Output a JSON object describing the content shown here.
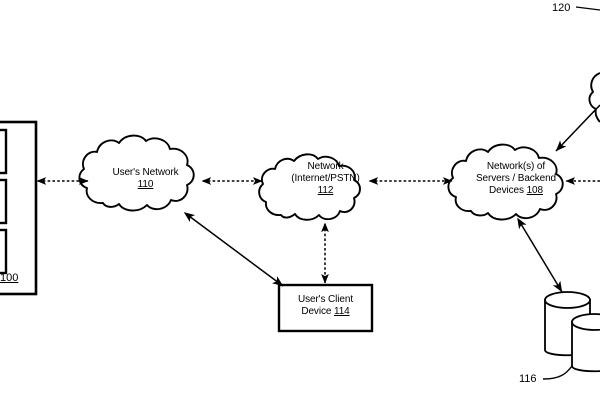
{
  "figure": {
    "type": "patent-network-architecture-diagram",
    "background_color": "#ffffff",
    "stroke_color": "#000000"
  },
  "nodes": {
    "system_box": {
      "name": "system-enclosure",
      "ref_number": "100",
      "inner_module_count": 3,
      "note": "partially cropped at left edge"
    },
    "users_network": {
      "line1": "User's Network",
      "ref_number": "110",
      "shape": "cloud"
    },
    "network": {
      "line1": "Network",
      "line2": "(Internet/PSTN)",
      "ref_number": "112",
      "shape": "cloud"
    },
    "servers_network": {
      "line1": "Network(s) of",
      "line2": "Servers / Backend",
      "line3": "Devices",
      "ref_number": "108",
      "shape": "cloud"
    },
    "client_device": {
      "line1": "User's Client",
      "line2": "Device",
      "ref_number": "114",
      "shape": "rectangle"
    },
    "databases": {
      "ref_number": "116",
      "shape": "cylinder-pair",
      "count": 2
    },
    "callout_120": {
      "ref_number": "120",
      "note": "leader line to cropped element at right edge"
    }
  },
  "connectors": [
    {
      "name": "system-to-users-network",
      "style": "dashed",
      "arrows": "double"
    },
    {
      "name": "users-network-to-network",
      "style": "dashed",
      "arrows": "double"
    },
    {
      "name": "network-to-servers-network",
      "style": "dashed",
      "arrows": "double"
    },
    {
      "name": "servers-network-to-right-edge",
      "style": "dashed",
      "arrows": "single"
    },
    {
      "name": "users-network-to-client-device",
      "style": "solid",
      "arrows": "double"
    },
    {
      "name": "network-to-client-device",
      "style": "dashed",
      "arrows": "double"
    },
    {
      "name": "servers-network-to-databases",
      "style": "solid",
      "arrows": "double"
    },
    {
      "name": "element-120-to-servers-network",
      "style": "solid",
      "arrows": "single"
    }
  ]
}
